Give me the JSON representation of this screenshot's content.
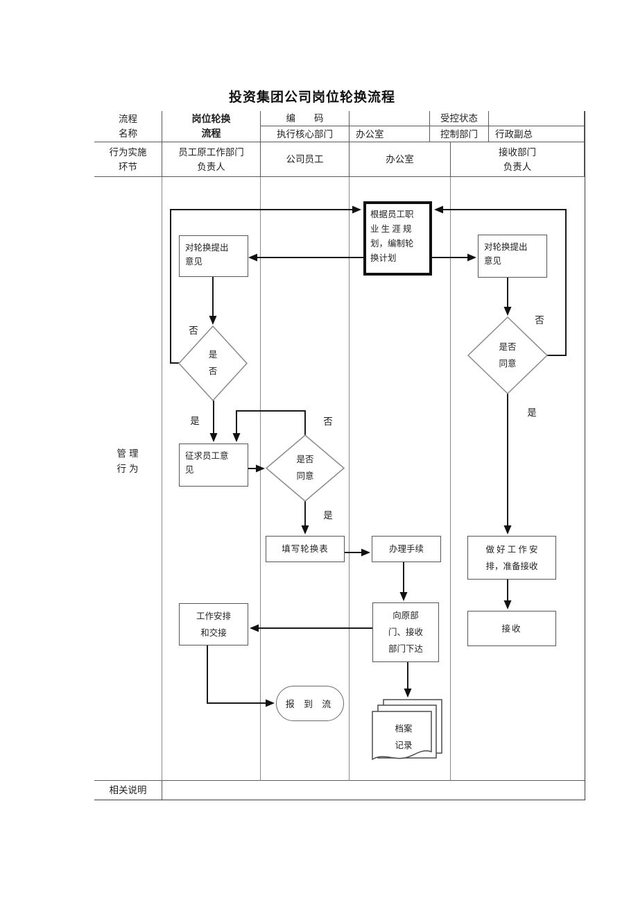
{
  "title": "投资集团公司岗位轮换流程",
  "table": {
    "proc_name_label": "流程\n名称",
    "proc_name_value": "岗位轮换\n流程",
    "code_label": "编　　码",
    "code_value": "",
    "controlled_label": "受控状态",
    "controlled_value": "",
    "exec_dept_label": "执行核心部门",
    "exec_dept_value": "办公室",
    "ctrl_dept_label": "控制部门",
    "ctrl_dept_value": "行政副总",
    "stage_label": "行为实施\n环节",
    "lane_headers": {
      "lane1": "员工原工作部门\n负责人",
      "lane2": "公司员工",
      "lane3": "办公室",
      "lane4": "接收部门\n负责人"
    },
    "row_label": "管理\n行为",
    "note_label": "相关说明",
    "note_value": ""
  },
  "flow": {
    "plan": "根据员工职\n业 生 涯 规\n划，编制轮\n换计划",
    "opinion_left": "对轮换提出\n意见",
    "decision1": "是\n否",
    "ask_employee": "征求员工意\n见",
    "decision2": "是否\n同意",
    "fill_form": "填写轮换表",
    "handle_procedure": "办理手续",
    "notify_depts": "向原部\n门、接收\n部门下达",
    "work_handover": "工作安排\n和交接",
    "report_flow": "报 到 流",
    "archive": "档案\n记录",
    "opinion_right": "对轮换提出\n意见",
    "decision3": "是否\n同意",
    "prepare_receive": "做 好 工 作 安\n排，准备接收",
    "receive": "接收",
    "label_no": "否",
    "label_yes": "是"
  },
  "colors": {
    "connector": "#1a1a1a",
    "box_border": "#565656",
    "diamond_border": "#8a8a8a",
    "table_border": "#3f3f3f",
    "background": "#ffffff"
  }
}
